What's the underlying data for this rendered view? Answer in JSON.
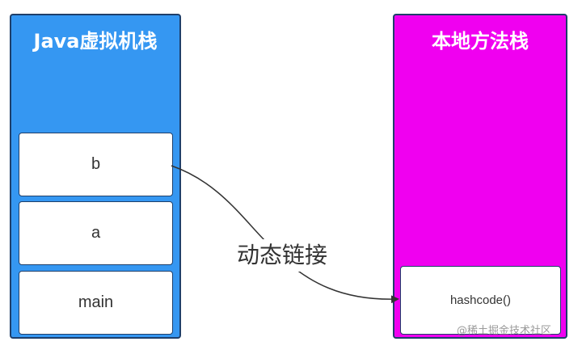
{
  "jvm_stack": {
    "title": "Java虚拟机栈",
    "frames": [
      {
        "label": "b"
      },
      {
        "label": "a"
      },
      {
        "label": "main"
      }
    ]
  },
  "native_stack": {
    "title": "本地方法栈",
    "frames": [
      {
        "label": "hashcode()"
      }
    ]
  },
  "connector": {
    "label": "动态链接"
  },
  "watermark": {
    "text": "@稀土掘金技术社区"
  },
  "colors": {
    "jvm_stack_fill": "#3597f2",
    "native_stack_fill": "#f000f0",
    "border": "#1f3f6a",
    "frame_fill": "#ffffff",
    "text_dark": "#333333",
    "title_text": "#ffffff"
  }
}
